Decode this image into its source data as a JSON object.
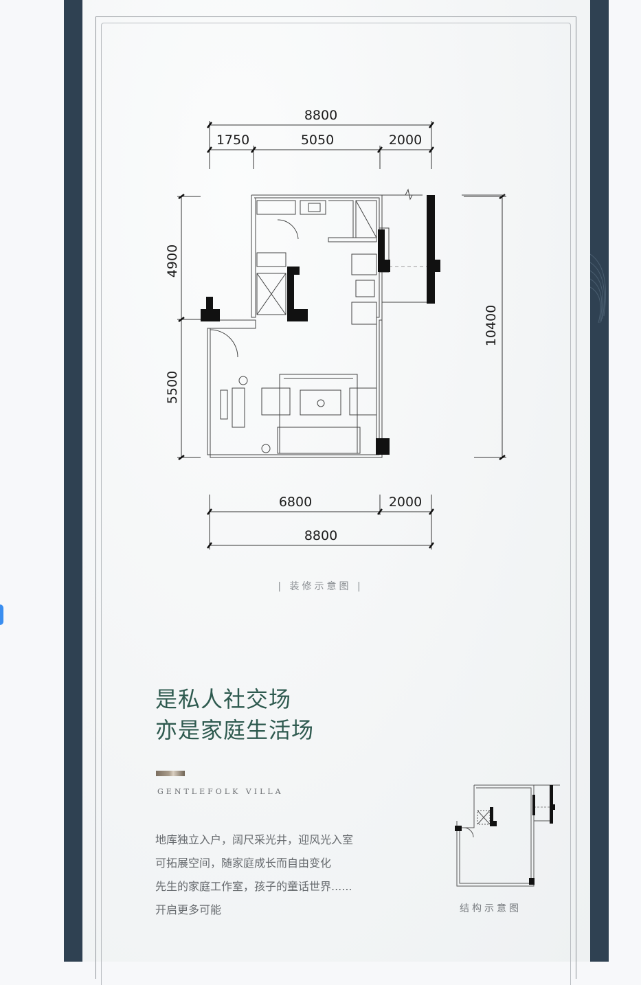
{
  "floor_plan": {
    "top_dimensions": {
      "total": "8800",
      "segments": [
        "1750",
        "5050",
        "2000"
      ]
    },
    "bottom_dimensions": {
      "total": "8800",
      "segments": [
        "6800",
        "2000"
      ]
    },
    "left_dimensions": [
      "4900",
      "5500"
    ],
    "right_dimension": "10400",
    "caption": "| 装修示意图 |"
  },
  "headline": {
    "line1": "是私人社交场",
    "line2": "亦是家庭生活场"
  },
  "brand": "GENTLEFOLK VILLA",
  "description": [
    "地库独立入户，阔尺采光井，迎风光入室",
    "可拓展空间，随家庭成长而自由变化",
    "先生的家庭工作室，孩子的童话世界......",
    "开启更多可能"
  ],
  "structure_plan": {
    "caption": "结构示意图"
  },
  "colors": {
    "side_bar": "#2f4152",
    "headline": "#2e5a4f",
    "body_text": "#666a6e",
    "tab": "#3a8ef0"
  }
}
